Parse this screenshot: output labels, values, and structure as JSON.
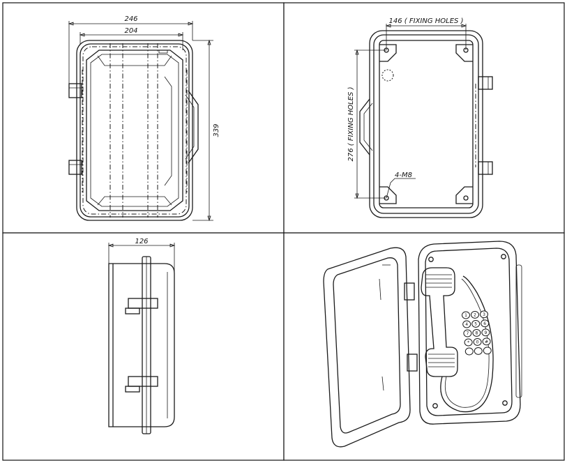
{
  "panel_front": {
    "overall_width": "246",
    "inner_width": "204",
    "overall_height": "339"
  },
  "panel_back": {
    "fixing_holes_width": "146 ( FIXING HOLES )",
    "fixing_holes_height": "276 ( FIXING HOLES )",
    "bolt_callout": "4-M8"
  },
  "panel_side": {
    "depth": "126"
  },
  "panel_perspective": {
    "keypad_keys": [
      "1",
      "2",
      "3",
      "4",
      "5",
      "6",
      "7",
      "8",
      "9",
      "*",
      "0",
      "#",
      "",
      "",
      ""
    ]
  }
}
